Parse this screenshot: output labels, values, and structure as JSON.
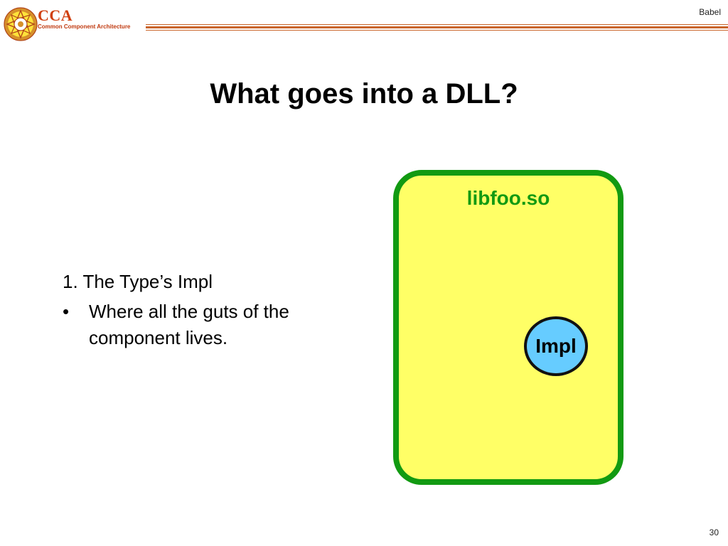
{
  "header": {
    "brand_name": "CCA",
    "brand_tagline": "Common Component Architecture",
    "right_label": "Babel",
    "accent_color": "#c9642a",
    "logo_icon": "cca-logo-icon"
  },
  "slide": {
    "title": "What goes into a DLL?",
    "numbered_item": "1. The Type’s Impl",
    "bullet_glyph": "•",
    "bullet_text": "Where all the guts of the component lives."
  },
  "diagram": {
    "library_label": "libfoo.so",
    "impl_label": "Impl",
    "colors": {
      "library_border": "#129a12",
      "library_fill": "#ffff66",
      "impl_fill": "#66ccff",
      "impl_border": "#111111"
    }
  },
  "footer": {
    "page_number": "30"
  }
}
